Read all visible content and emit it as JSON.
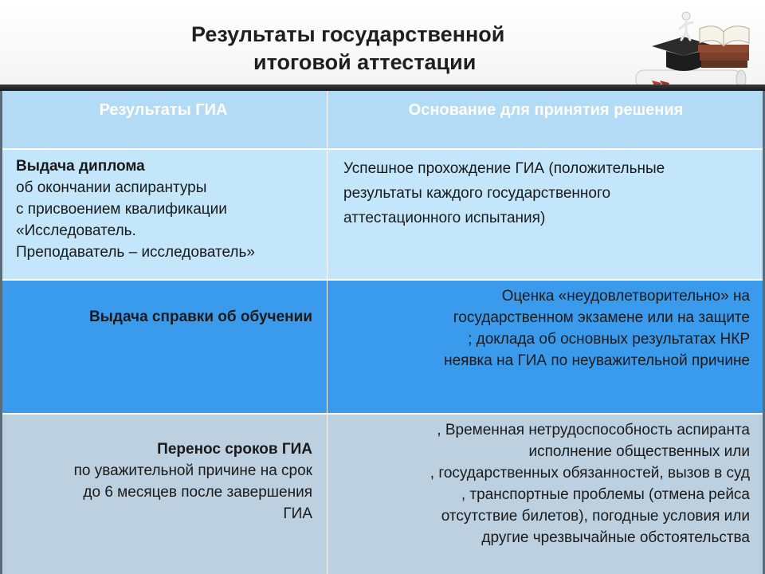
{
  "title": {
    "line1": "Результаты государственной",
    "line2": "итоговой аттестации"
  },
  "table": {
    "headers": [
      "Результаты ГИА",
      "Основание для принятия решения"
    ],
    "rows": [
      {
        "left": {
          "heading": "Выдача диплома",
          "lines": [
            "об окончании аспирантуры",
            "с присвоением квалификации",
            "«Исследователь.",
            "Преподаватель – исследователь»"
          ]
        },
        "right": {
          "lines": [
            "Успешное прохождение ГИА (положительные",
            "результаты каждого государственного",
            "аттестационного испытания)"
          ]
        }
      },
      {
        "left": {
          "heading": "Выдача справки об обучении",
          "lines": []
        },
        "right": {
          "lines": [
            "Оценка «неудовлетворительно» на",
            "государственном экзамене или  на защите",
            "; доклада об основных результатах НКР",
            "неявка на ГИА по неуважительной причине"
          ]
        }
      },
      {
        "left": {
          "heading": "Перенос сроков ГИА",
          "lines": [
            "по уважительной причине на срок",
            "до 6 месяцев после завершения",
            "ГИА"
          ]
        },
        "right": {
          "lines": [
            ", Временная нетрудоспособность аспиранта",
            "исполнение общественных или",
            ", государственных обязанностей,  вызов в суд",
            ", транспортные проблемы (отмена рейса",
            "отсутствие билетов), погодные условия или",
            "другие чрезвычайные обстоятельства"
          ]
        }
      }
    ]
  },
  "decoration": {
    "icon": "graduation-cap-books-figure-icon"
  }
}
